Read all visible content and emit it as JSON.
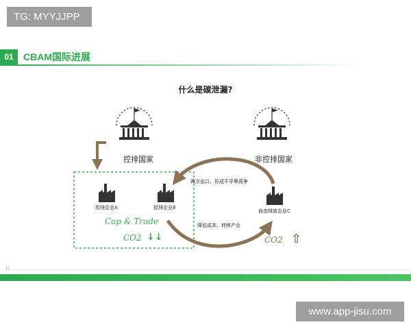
{
  "badge_top": "TG: MYYJJPP",
  "section": {
    "number": "01",
    "title": "CBAM国际进展"
  },
  "question": "什么是碳泄漏?",
  "countries": {
    "controlled": "控排国家",
    "uncontrolled": "非控排国家"
  },
  "firms": {
    "a": "控排企业A",
    "b": "控排企业B",
    "c": "自由排放企业C"
  },
  "arrows": {
    "top_caption": "再次出口，形成不平等竞争",
    "bottom_caption": "降低成本、转移产业"
  },
  "box": {
    "cap_trade": "Cap & Trade",
    "co2_left": "CO2",
    "co2_down": "↓↓"
  },
  "right": {
    "co2": "CO2",
    "co2_up": "⇧"
  },
  "page_number": "10",
  "badge_bottom": "www.app-jisu.com",
  "colors": {
    "green": "#2daa4f",
    "brown": "#8b7355",
    "box_border": "#3cb04e"
  }
}
